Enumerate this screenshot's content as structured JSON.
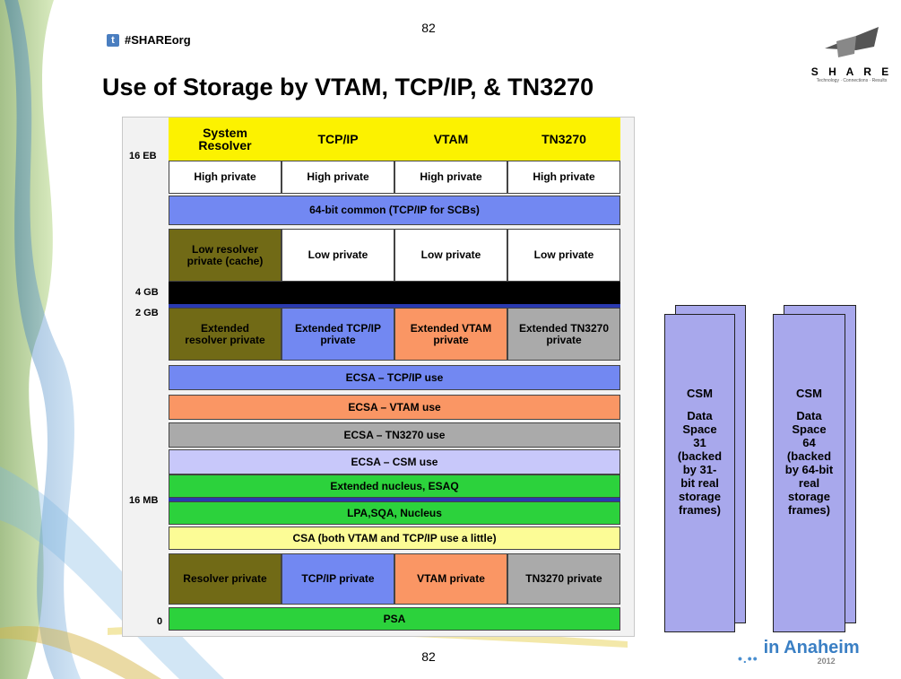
{
  "slide": {
    "page_number_top": "82",
    "page_number_bottom": "82",
    "twitter_tag": "#SHAREorg",
    "title": "Use of Storage by VTAM, TCP/IP, & TN3270"
  },
  "logo": {
    "word": "S H A R E",
    "tagline": "Technology · Connections · Results"
  },
  "event": {
    "text": "in Anaheim",
    "year": "2012"
  },
  "diagram": {
    "headers": [
      "System Resolver",
      "TCP/IP",
      "VTAM",
      "TN3270"
    ],
    "axis_labels": [
      "16 EB",
      "4 GB",
      "2 GB",
      "16 MB",
      "0"
    ],
    "row_high_private": [
      "High private",
      "High private",
      "High private",
      "High private"
    ],
    "common_64": "64-bit common (TCP/IP for SCBs)",
    "row_low": [
      "Low resolver private (cache)",
      "Low private",
      "Low private",
      "Low private"
    ],
    "row_extended": [
      "Extended resolver private",
      "Extended TCP/IP private",
      "Extended VTAM private",
      "Extended TN3270 private"
    ],
    "ecsa_tcpip": "ECSA – TCP/IP use",
    "ecsa_vtam": "ECSA – VTAM use",
    "ecsa_tn3270": "ECSA – TN3270 use",
    "ecsa_csm": "ECSA – CSM use",
    "ext_nucleus": "Extended nucleus, ESAQ",
    "lpa": "LPA,SQA, Nucleus",
    "csa": "CSA (both VTAM and TCP/IP use a little)",
    "row_private": [
      "Resolver private",
      "TCP/IP private",
      "VTAM private",
      "TN3270 private"
    ],
    "psa": "PSA"
  },
  "csm": [
    {
      "label": "CSM",
      "text": "Data Space 31 (backed by 31-bit real storage frames)"
    },
    {
      "label": "CSM",
      "text": "Data Space 64 (backed by 64-bit real storage frames)"
    }
  ],
  "colors": {
    "header_yellow": "#fcf200",
    "olive": "#716a16",
    "blue": "#7288f2",
    "orange": "#fa9664",
    "gray": "#aaaaaa",
    "lavender": "#c8c8fa",
    "green": "#2cd23c",
    "pale_yellow": "#fcfc96",
    "csm_fill": "#a8a8ec"
  }
}
